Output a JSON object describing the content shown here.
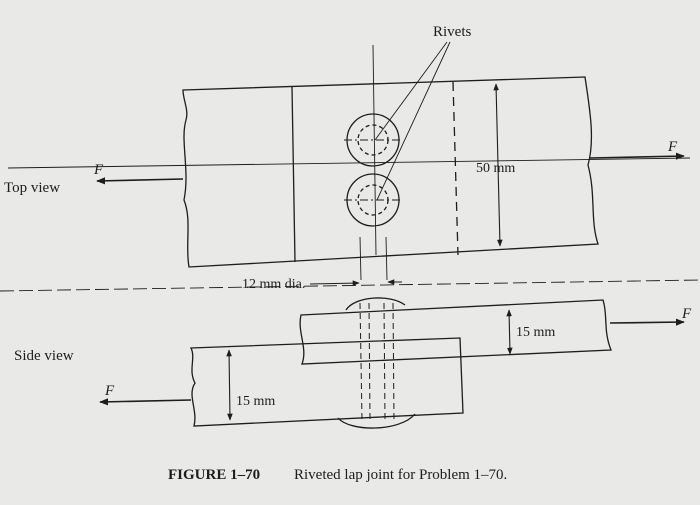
{
  "labels": {
    "rivets": "Rivets",
    "force": "F",
    "top_view": "Top view",
    "side_view": "Side view",
    "width_dim": "50 mm",
    "rivet_dia": "12 mm dia.",
    "upper_plate_thickness": "15 mm",
    "lower_plate_thickness": "15 mm"
  },
  "caption": {
    "figure_number": "FIGURE 1–70",
    "text": "Riveted lap joint for Problem 1–70."
  },
  "colors": {
    "paper": "#e9e9e7",
    "ink": "#1d1d1d"
  }
}
